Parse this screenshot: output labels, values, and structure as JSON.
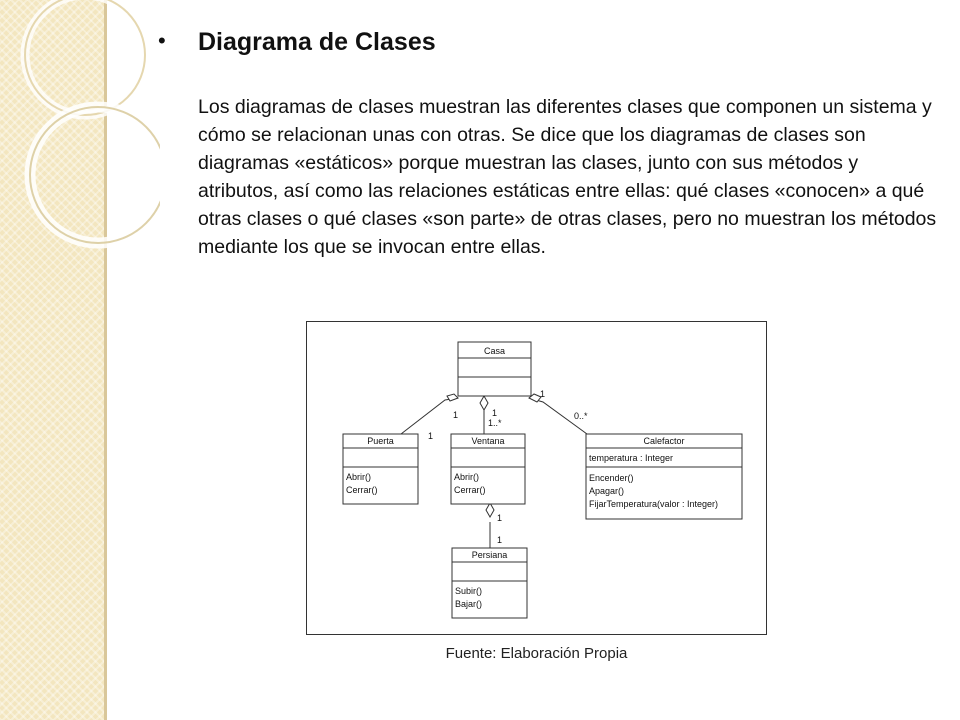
{
  "slide": {
    "heading": "Diagrama de Clases",
    "body": "Los diagramas de clases muestran las diferentes clases que componen un sistema y cómo se relacionan unas con otras. Se dice que los diagramas de clases son diagramas «estáticos» porque muestran las clases, junto con sus métodos y atributos, así como las relaciones estáticas entre ellas: qué clases «conocen» a qué otras clases o qué clases «son parte» de otras clases, pero no muestran los métodos mediante los que se invocan entre ellas.",
    "caption": "Fuente: Elaboración Propia"
  },
  "diagram": {
    "classes": {
      "casa": {
        "name": "Casa"
      },
      "puerta": {
        "name": "Puerta",
        "methods": [
          "Abrir()",
          "Cerrar()"
        ]
      },
      "ventana": {
        "name": "Ventana",
        "methods": [
          "Abrir()",
          "Cerrar()"
        ]
      },
      "calefactor": {
        "name": "Calefactor",
        "attributes": [
          "temperatura : Integer"
        ],
        "methods": [
          "Encender()",
          "Apagar()",
          "FijarTemperatura(valor : Integer)"
        ]
      },
      "persiana": {
        "name": "Persiana",
        "methods": [
          "Subir()",
          "Bajar()"
        ]
      }
    },
    "multiplicities": {
      "casa_puerta_casa": "1",
      "casa_puerta_puerta": "1",
      "casa_ventana_casa": "1",
      "casa_ventana_ventana": "1..*",
      "casa_calef_casa": "1",
      "casa_calef_calef": "0..*",
      "ventana_persiana_ventana": "1",
      "ventana_persiana_persiana": "1"
    }
  }
}
